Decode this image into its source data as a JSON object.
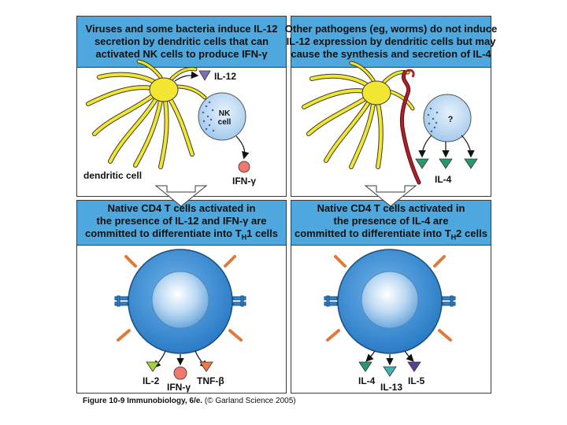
{
  "panels": {
    "top_left": {
      "header": [
        "Viruses and some bacteria induce IL-12",
        "secretion by dendritic cells that can",
        "activated NK cells to produce IFN-γ"
      ],
      "labels": {
        "il12": "IL-12",
        "nk1": "NK",
        "nk2": "cell",
        "dendritic": "dendritic cell",
        "ifn": "IFN-γ"
      }
    },
    "top_right": {
      "header": [
        "Other pathogens (eg, worms) do not induce",
        "IL-12 expression by dendritic cells but may",
        "cause the synthesis and secretion of IL-4"
      ],
      "labels": {
        "unknown": "?",
        "il4": "IL-4"
      }
    },
    "bottom_left": {
      "header": [
        "Native CD4 T cells activated in",
        "the presence of IL-12 and IFN-γ are",
        "committed to differentiate into T"
      ],
      "header_sub": "H",
      "header_tail": "1 cells",
      "labels": {
        "il2": "IL-2",
        "tnf": "TNF-β",
        "ifn": "IFN-γ"
      }
    },
    "bottom_right": {
      "header": [
        "Native CD4 T cells activated in",
        "the presence of IL-4 are",
        "committed to differentiate into T"
      ],
      "header_sub": "H",
      "header_tail": "2 cells",
      "labels": {
        "il4": "IL-4",
        "il5": "IL-5",
        "il13": "IL-13"
      }
    }
  },
  "caption": {
    "bold": "Figure 10-9 Immunobiology, 6/e.",
    "rest": " (© Garland Science 2005)"
  },
  "colors": {
    "header_bg": "#4fa8dd",
    "dendritic": "#f3e632",
    "tcell_outer": "#2f86cf",
    "nk_cell": "#a8cdee",
    "ifn": "#f0786c",
    "worm": "#b0202a"
  }
}
